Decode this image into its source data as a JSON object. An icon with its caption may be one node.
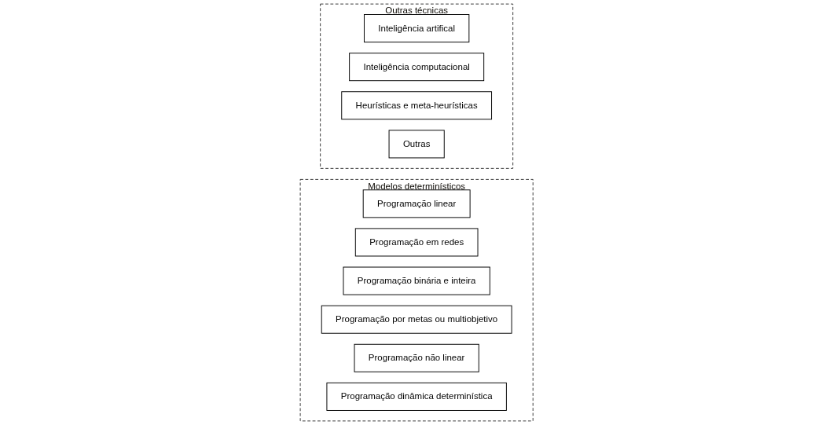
{
  "diagram": {
    "nodes": [
      {
        "text": [
          "Modelos determinísticos"
        ]
      },
      {
        "text": [
          "Programação linear"
        ],
        "in": 0
      },
      {
        "text": [
          "Programação em redes"
        ],
        "in": 0
      },
      {
        "text": [
          "Programação binária e inteira"
        ],
        "in": 0
      },
      {
        "text": [
          "Programação por metas ou multiobjetivo"
        ],
        "in": 0
      },
      {
        "text": [
          "Programação não linear"
        ],
        "in": 0
      },
      {
        "text": [
          "Programação dinâmica determinística"
        ],
        "in": 0
      },
      {
        "text": [
          "Outras técnicas"
        ]
      },
      {
        "text": [
          "Inteligência artifical"
        ],
        "in": 7
      },
      {
        "text": [
          "Inteligência computacional"
        ],
        "in": 7
      },
      {
        "text": [
          "Heurísticas e meta-heurísticas"
        ],
        "in": 7
      },
      {
        "text": [
          "Outras"
        ],
        "in": 7
      }
    ]
  }
}
